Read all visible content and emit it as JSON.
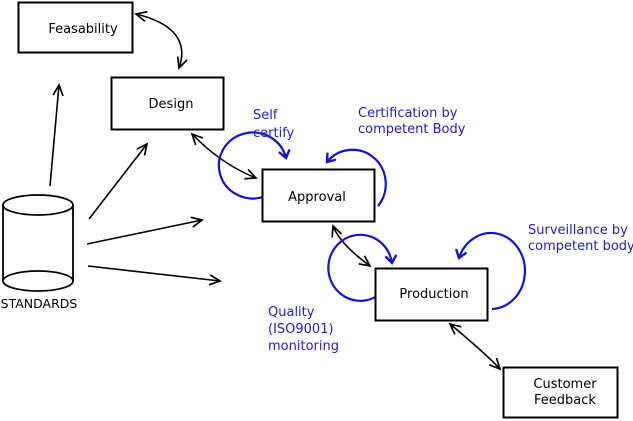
{
  "diagram_type": "process-flow-diagram",
  "colors": {
    "background": "#ffffff",
    "line_black": "#000000",
    "loop_blue": "#1212d0",
    "annotation_text_blue": "#2222bb"
  },
  "nodes": {
    "feasability": {
      "label": "Feasability",
      "shape": "rectangle"
    },
    "design": {
      "label": "Design",
      "shape": "rectangle"
    },
    "approval": {
      "label": "Approval",
      "shape": "rectangle"
    },
    "production": {
      "label": "Production",
      "shape": "rectangle"
    },
    "customer_feedback": {
      "lines": [
        "Customer",
        "Feedback"
      ],
      "shape": "rectangle"
    },
    "standards": {
      "label": "STANDARDS",
      "shape": "cylinder"
    }
  },
  "annotations": {
    "self_certify": {
      "lines": [
        "Self",
        "certify"
      ]
    },
    "certification": {
      "lines": [
        "Certification by",
        "competent Body"
      ]
    },
    "surveillance": {
      "lines": [
        "Surveillance by",
        "competent body"
      ]
    },
    "quality_monitoring": {
      "lines": [
        "Quality",
        "(ISO9001)",
        "monitoring"
      ]
    }
  },
  "edges": [
    {
      "from": "feasability",
      "to": "design",
      "bidirectional": true
    },
    {
      "from": "design",
      "to": "approval",
      "bidirectional": true
    },
    {
      "from": "approval",
      "to": "production",
      "bidirectional": true
    },
    {
      "from": "production",
      "to": "customer_feedback",
      "bidirectional": true
    },
    {
      "from": "standards",
      "to": "feasability",
      "bidirectional": false
    },
    {
      "from": "standards",
      "to": "design",
      "bidirectional": false
    },
    {
      "from": "standards",
      "to": "approval",
      "bidirectional": false
    },
    {
      "from": "standards",
      "to": "production",
      "bidirectional": false
    },
    {
      "from": "approval",
      "to": "approval",
      "annotation": "self_certify"
    },
    {
      "from": "approval",
      "to": "approval",
      "annotation": "certification"
    },
    {
      "from": "production",
      "to": "production",
      "annotation": "quality_monitoring"
    },
    {
      "from": "production",
      "to": "production",
      "annotation": "surveillance"
    }
  ]
}
